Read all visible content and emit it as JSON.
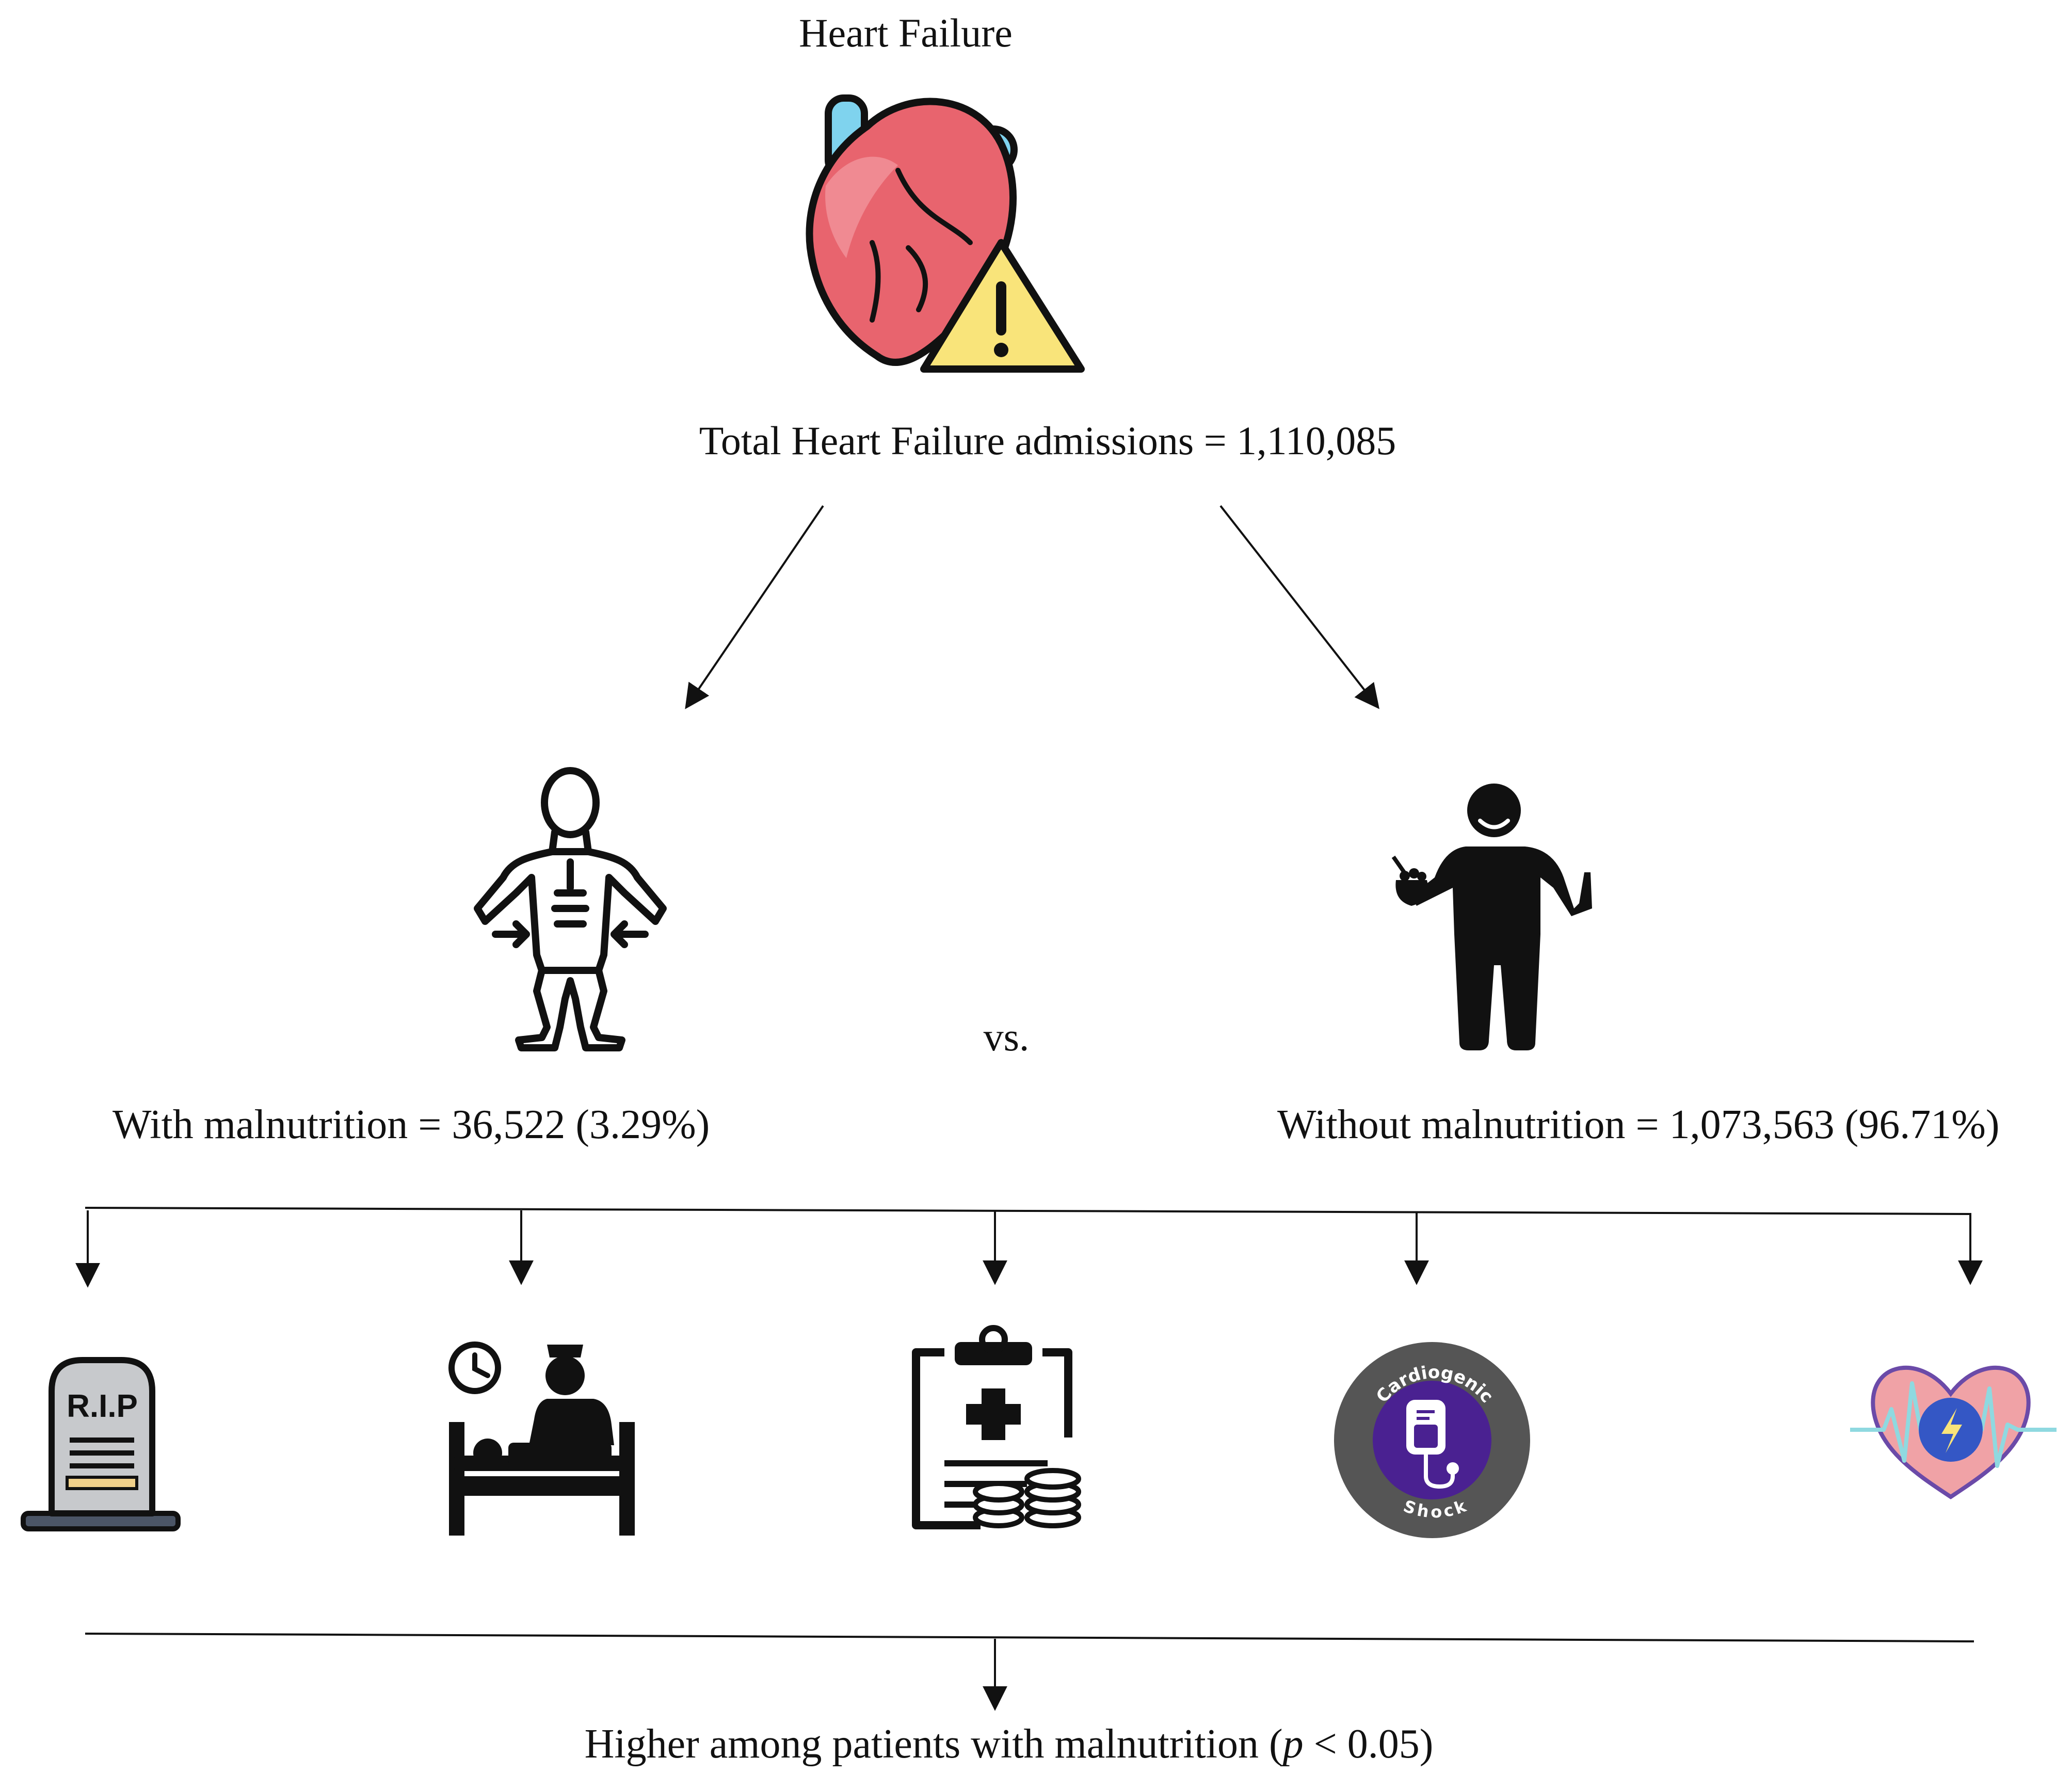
{
  "header": {
    "title": "Heart Failure",
    "total_label": "Total Heart Failure admissions = 1,110,085"
  },
  "groups": {
    "with": {
      "label": "With malnutrition = 36,522 (3.29%)"
    },
    "vs": "vs.",
    "without": {
      "label": "Without malnutrition = 1,073,563 (96.71%)"
    }
  },
  "outcomes": {
    "tombstone_text": "R.I.P",
    "shock_top": "Cardiogenic",
    "shock_bottom": "Shock"
  },
  "footer": {
    "prefix": "Higher among patients with malnutrition (",
    "p": "p",
    "suffix": " < 0.05)"
  },
  "icons": [
    "heart-warning-icon",
    "thin-person-icon",
    "person-eating-icon",
    "tombstone-icon",
    "hospital-bed-clock-icon",
    "medical-bill-coins-icon",
    "cardiogenic-shock-icon",
    "heart-arrhythmia-icon"
  ],
  "colors": {
    "heart": "#e8646e",
    "vessel": "#7fd3ee",
    "warning": "#f9e47a",
    "shock_outer": "#555555",
    "shock_inner": "#4a2191",
    "arrhythmia_heart": "#f0a2a6",
    "arrhythmia_wave": "#8fd9e0",
    "arrhythmia_bolt_circle": "#3457c5"
  }
}
